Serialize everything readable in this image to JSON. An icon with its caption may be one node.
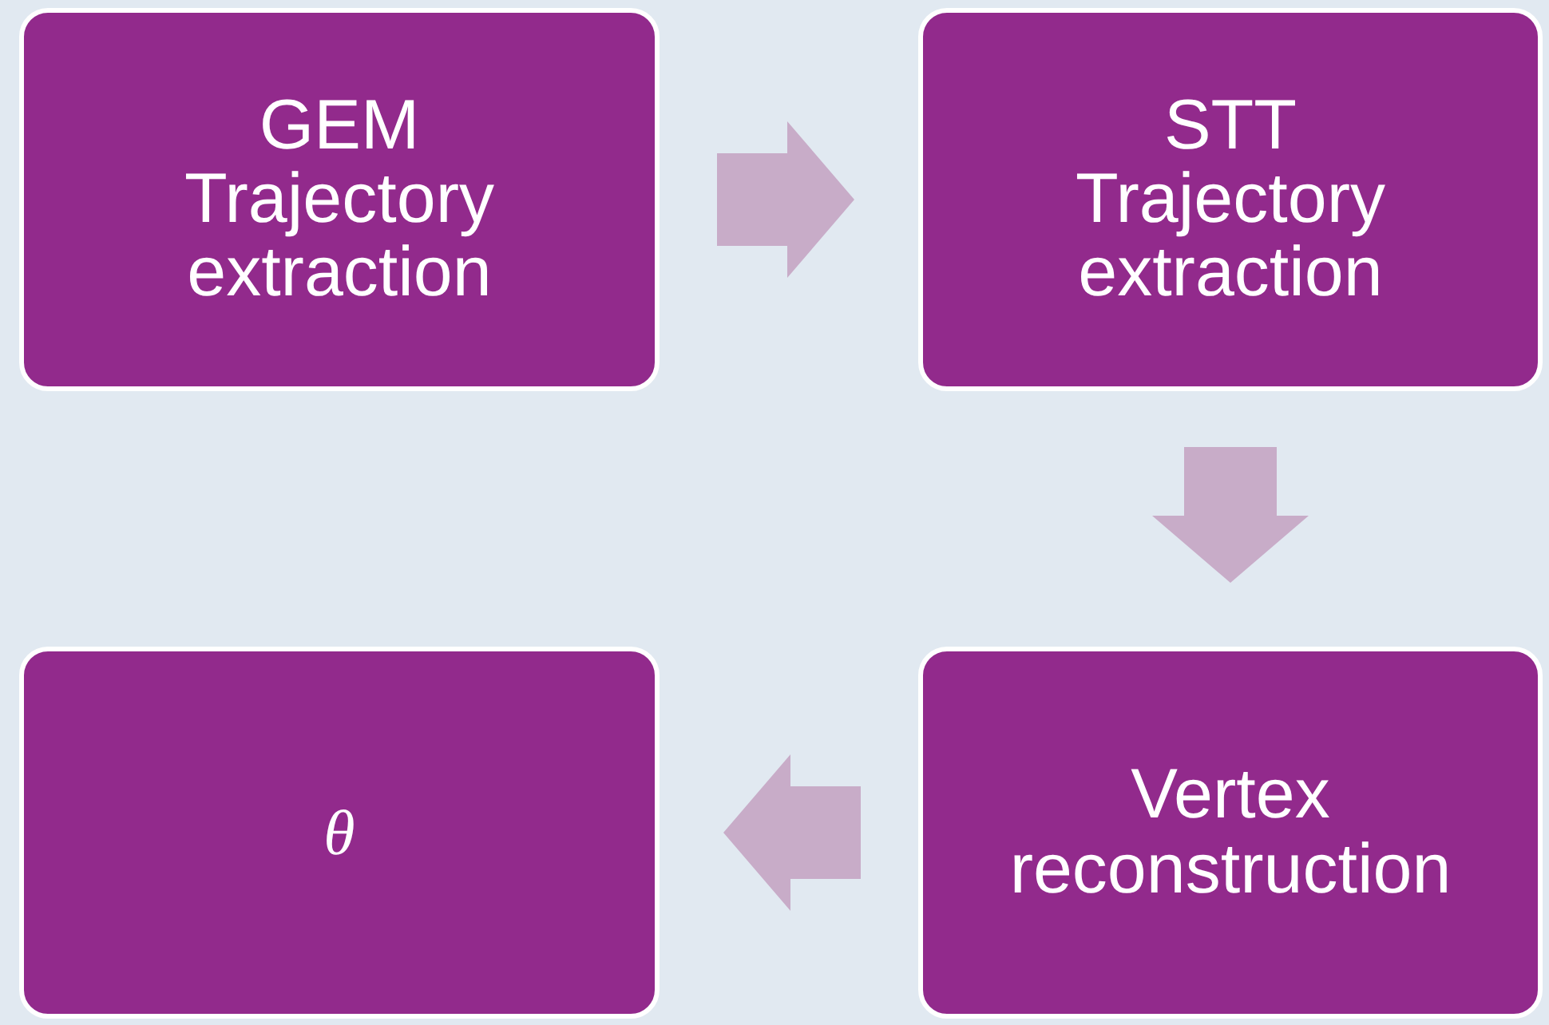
{
  "diagram": {
    "nodes": [
      {
        "text": [
          "GEM Trajectory extraction"
        ]
      },
      {
        "text": [
          "STT Trajectory extraction"
        ]
      },
      {
        "text": [
          "Vertex reconstruction"
        ]
      },
      {
        "text": [
          "θ"
        ]
      }
    ],
    "edges": [
      {
        "from": 0,
        "to": 1,
        "arrow": "to"
      },
      {
        "from": 1,
        "to": 2,
        "arrow": "to"
      },
      {
        "from": 2,
        "to": 3,
        "arrow": "to"
      }
    ]
  }
}
